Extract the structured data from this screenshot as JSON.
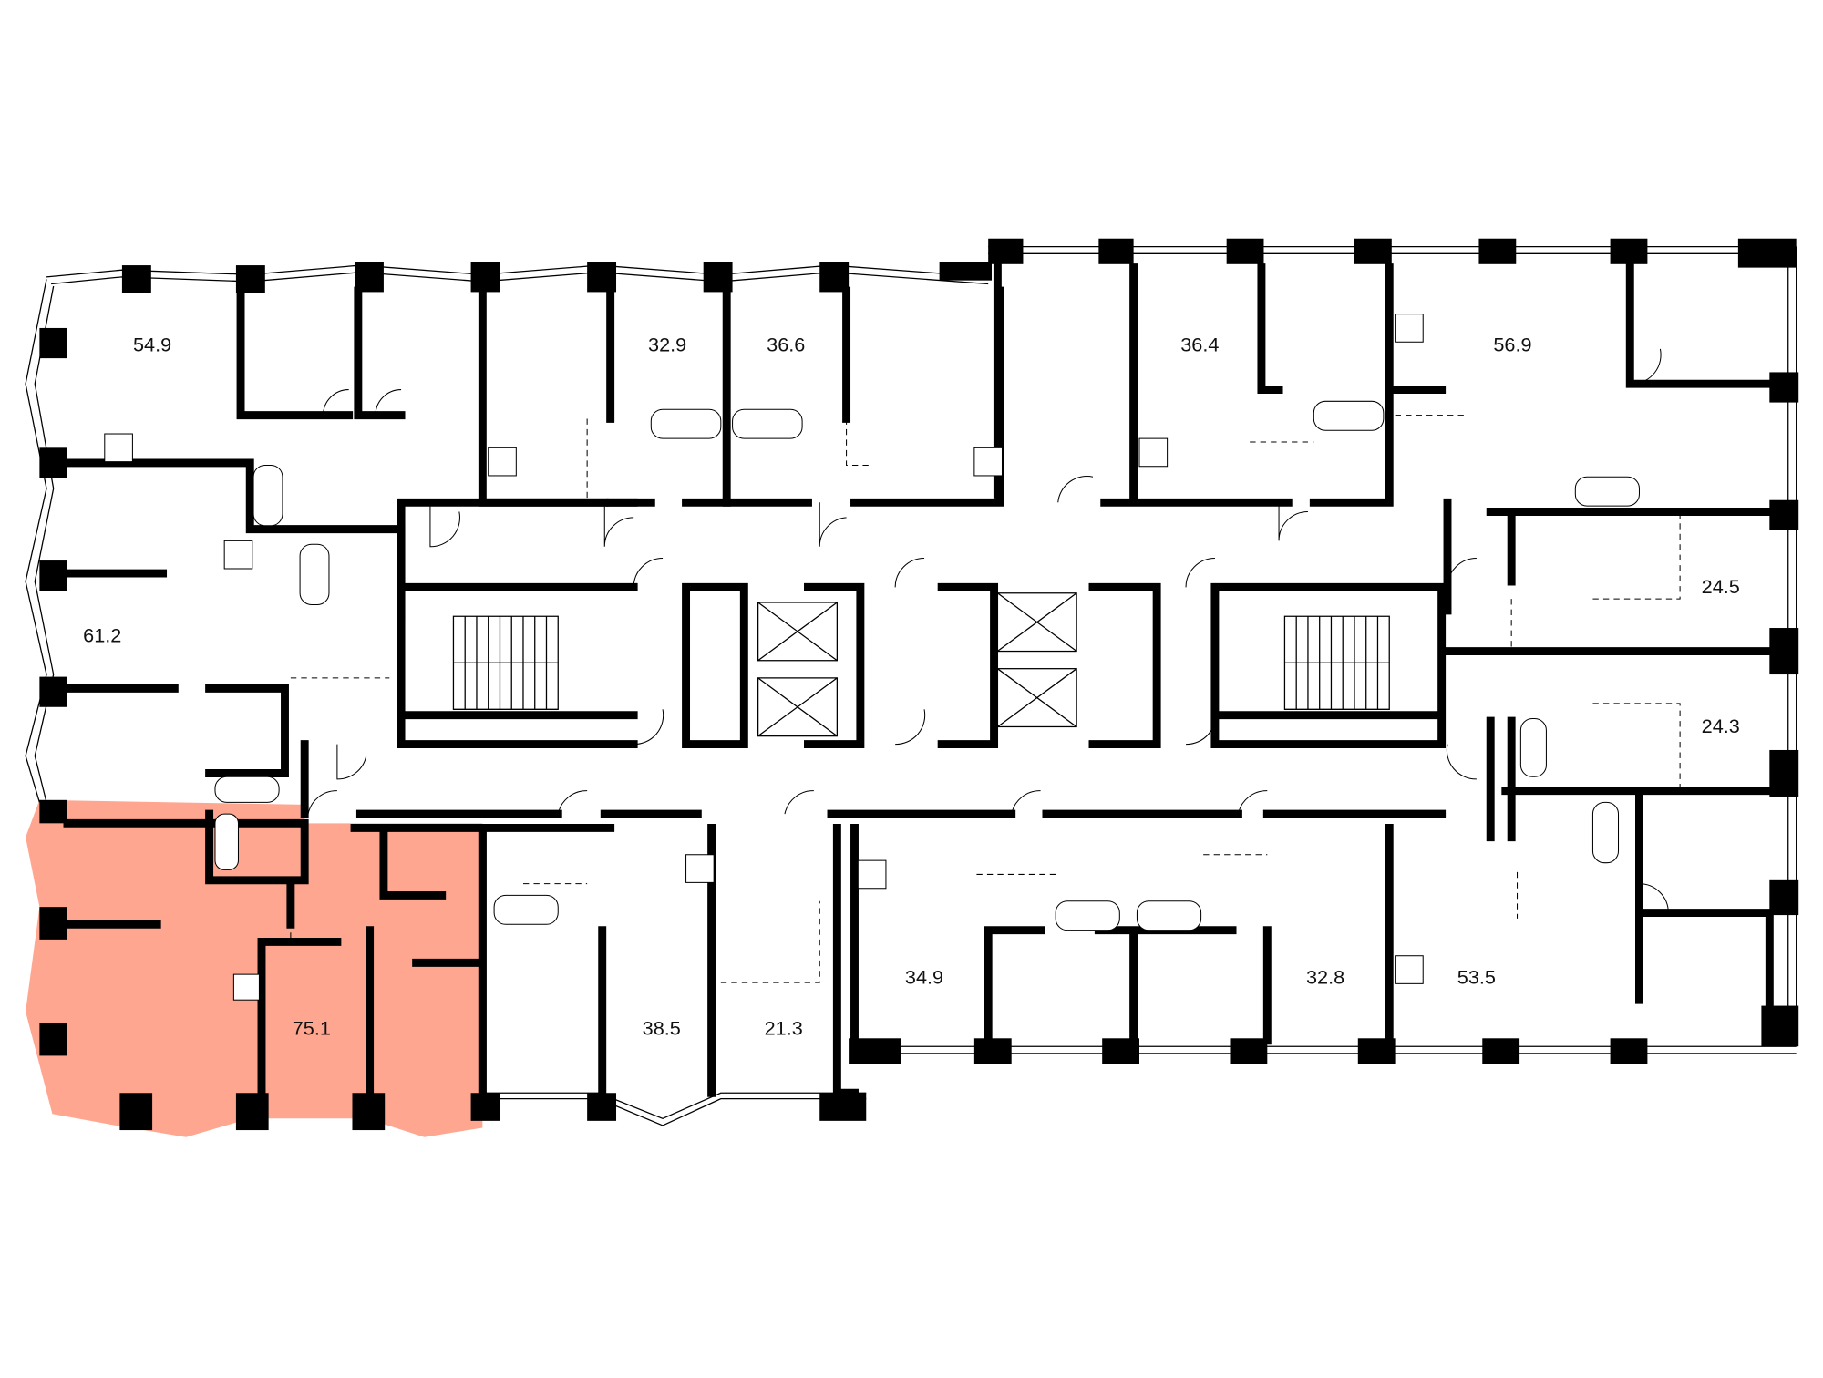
{
  "plan": {
    "highlight_color": "#ff6a47",
    "selected_apartment": "75.1",
    "apartments": [
      {
        "area": "54.9"
      },
      {
        "area": "32.9"
      },
      {
        "area": "36.6"
      },
      {
        "area": "36.4"
      },
      {
        "area": "56.9"
      },
      {
        "area": "61.2"
      },
      {
        "area": "24.5"
      },
      {
        "area": "24.3"
      },
      {
        "area": "75.1"
      },
      {
        "area": "38.5"
      },
      {
        "area": "21.3"
      },
      {
        "area": "34.9"
      },
      {
        "area": "32.8"
      },
      {
        "area": "53.5"
      }
    ]
  }
}
